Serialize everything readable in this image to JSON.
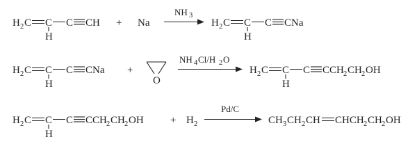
{
  "scheme": {
    "reaction_1": {
      "reactant_1": {
        "h2c_main": "H",
        "h2c_sub": "2",
        "h2c_c": "C",
        "vinyl_c": "C",
        "vinyl_h": "H",
        "terminal": "CH"
      },
      "plus": "+",
      "reactant_2": "Na",
      "condition_above": {
        "main": "NH",
        "sub": "3"
      },
      "product": {
        "h2c_main": "H",
        "h2c_sub": "2",
        "h2c_c": "C",
        "vinyl_c": "C",
        "vinyl_h": "H",
        "terminal": "CNa"
      }
    },
    "reaction_2": {
      "reactant_1": {
        "h2c_main": "H",
        "h2c_sub": "2",
        "h2c_c": "C",
        "vinyl_c": "C",
        "vinyl_h": "H",
        "terminal": "CNa"
      },
      "plus": "+",
      "reactant_2": {
        "ring_atom": "O",
        "structure": "ethylene-oxide-ring"
      },
      "condition_above": {
        "p1": "NH",
        "p1_sub": "4",
        "p2": "Cl/H",
        "p2_sub": "2",
        "p3": "O"
      },
      "product": {
        "h2c_main": "H",
        "h2c_sub": "2",
        "h2c_c": "C",
        "vinyl_c": "C",
        "vinyl_h": "H",
        "terminal_p1": "CCH",
        "terminal_sub1": "2",
        "terminal_p2": "CH",
        "terminal_sub2": "2",
        "terminal_p3": "OH"
      }
    },
    "reaction_3": {
      "reactant_1": {
        "h2c_main": "H",
        "h2c_sub": "2",
        "h2c_c": "C",
        "vinyl_c": "C",
        "vinyl_h": "H",
        "terminal_p1": "CCH",
        "terminal_sub1": "2",
        "terminal_p2": "CH",
        "terminal_sub2": "2",
        "terminal_p3": "OH"
      },
      "plus": "+",
      "reactant_2": {
        "main": "H",
        "sub": "2"
      },
      "condition_above": "Pd/C",
      "product": {
        "p1": "CH",
        "s1": "3",
        "p2": "CH",
        "s2": "2",
        "p3": "CH",
        "p4": "CHCH",
        "s4": "2",
        "p5": "CH",
        "s5": "2",
        "p6": "OH"
      }
    }
  }
}
